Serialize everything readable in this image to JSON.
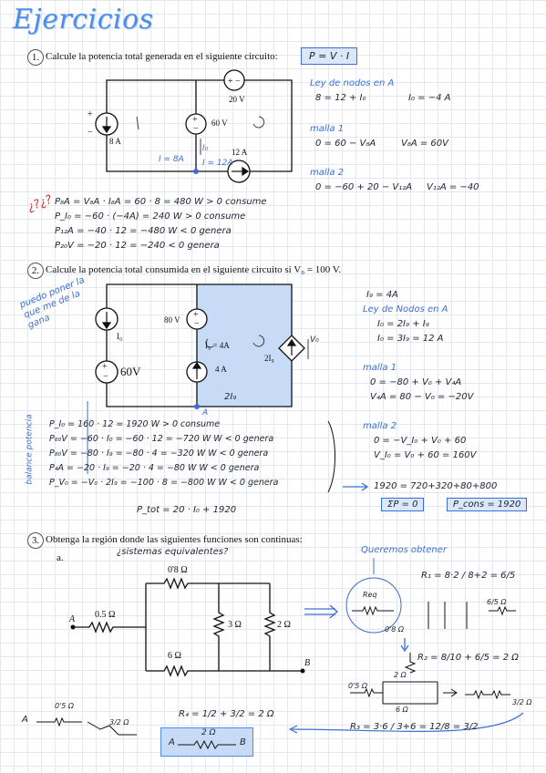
{
  "page": {
    "title": "Ejercicios",
    "questions": [
      {
        "number": "1.",
        "text": "Calcule la potencia total generada en el siguiente circuito:"
      },
      {
        "number": "2.",
        "text": "Calcule la potencia total consumida en el siguiente circuito si V₀ = 100 V."
      },
      {
        "number": "3.",
        "text": "Obtenga la región donde las siguientes funciones son continuas:"
      }
    ],
    "sub_a": "a.",
    "sub_a_note": "¿sistemas equivalentes?"
  },
  "circuit1": {
    "labels": {
      "v20": "20 V",
      "v60": "60 V",
      "i8": "8 A",
      "i12": "12 A",
      "i_note": "I = 8A",
      "i12_note": "I = 12A",
      "io": "I₀"
    }
  },
  "notes1": {
    "formula": "P = V · I",
    "node_title": "Ley de nodos en A",
    "node_eq": "8 = 12 + I₀",
    "node_res": "I₀ = −4 A",
    "mesh1_title": "malla 1",
    "mesh1_eq": "0 = 60 − V₈A",
    "mesh1_res": "V₈A = 60V",
    "mesh2_title": "malla 2",
    "mesh2_eq": "0 = −60 + 20 − V₁₂A",
    "mesh2_res": "V₁₂A = −40",
    "qmarks": "¿?¿?",
    "p_lines": [
      "P₈A = V₈A · I₈A = 60 · 8 = 480 W > 0 consume",
      "P_I₀ = −60 · (−4A) = 240 W > 0 consume",
      "P₁₂A = −40 · 12 = −480 W < 0 genera",
      "P₂₀V = −20 · 12 = −240 < 0 genera"
    ]
  },
  "circuit2": {
    "labels": {
      "v80": "80 V",
      "v60": "60V",
      "a4": "4 A",
      "ig": "I₉ = 4A",
      "dep": "2I₉",
      "io": "I₀",
      "bottom_dep": "2I₉",
      "node_a": "A",
      "vo": "V₀"
    },
    "side_note": "puedo poner la que me de la gana"
  },
  "notes2": {
    "ig": "I₉ = 4A",
    "node_title": "Ley de Nodos en A",
    "node_eq": "I₀ = 2I₉ + I₉",
    "node_res": "I₀ = 3I₉ = 12 A",
    "mesh1_title": "malla 1",
    "mesh1_eq": "0 = −80 + V₀ + V₄A",
    "mesh1_res": "V₄A = 80 − V₀ = −20V",
    "mesh2_title": "malla 2",
    "mesh2_eq": "0 = −V_I₀ + V₀ + 60",
    "mesh2_res": "V_I₀ = V₀ + 60 = 160V",
    "balance_side": "balance potencia",
    "p_lines": [
      "P_I₀ = 160 · 12 = 1920   W > 0 consume",
      "P₆₀V = −60 · I₀ = −60 · 12 = −720 W  W < 0 genera",
      "P₈₀V = −80 · I₉ = −80 · 4 = −320 W  W < 0 genera",
      "P₄A = −20 · I₉ = −20 · 4 = −80 W  W < 0 genera",
      "P_V₀ = −V₀ · 2I₉ = −100 · 8 = −800 W  W < 0 genera"
    ],
    "p_total_line": "P_tot = 20 · I₀ + 1920",
    "sum_line": "1920 = 720+320+80+800",
    "sum_p": "ΣP = 0",
    "p_cons": "P_cons = 1920"
  },
  "circuit3": {
    "labels": {
      "r08": "0'8 Ω",
      "r05": "0.5 Ω",
      "r3": "3 Ω",
      "r2": "2 Ω",
      "r6": "6 Ω",
      "a": "A",
      "b": "B"
    }
  },
  "notes3": {
    "header": "Queremos obtener",
    "r1_eq": "R₁ = 8·2 / 8+2 = 6/5",
    "req": "Req",
    "r08_small": "0'8 Ω",
    "r65": "6/5 Ω",
    "r2_line": "R₂ = 8/10 + 6/5 = 2 Ω",
    "r2_small": "2 Ω",
    "r05_small": "0'5 Ω",
    "r6_small": "6 Ω",
    "r3_eq": "R₃ = 3·6 / 3+6 = 12/8 = 3/2",
    "r32": "3/2 Ω",
    "bottom_r05": "0'5 Ω",
    "bottom_r32": "3/2 Ω",
    "r4_eq": "R₄ = 1/2 + 3/2 = 2 Ω",
    "final_r": "2 Ω",
    "a": "A",
    "b": "B"
  }
}
